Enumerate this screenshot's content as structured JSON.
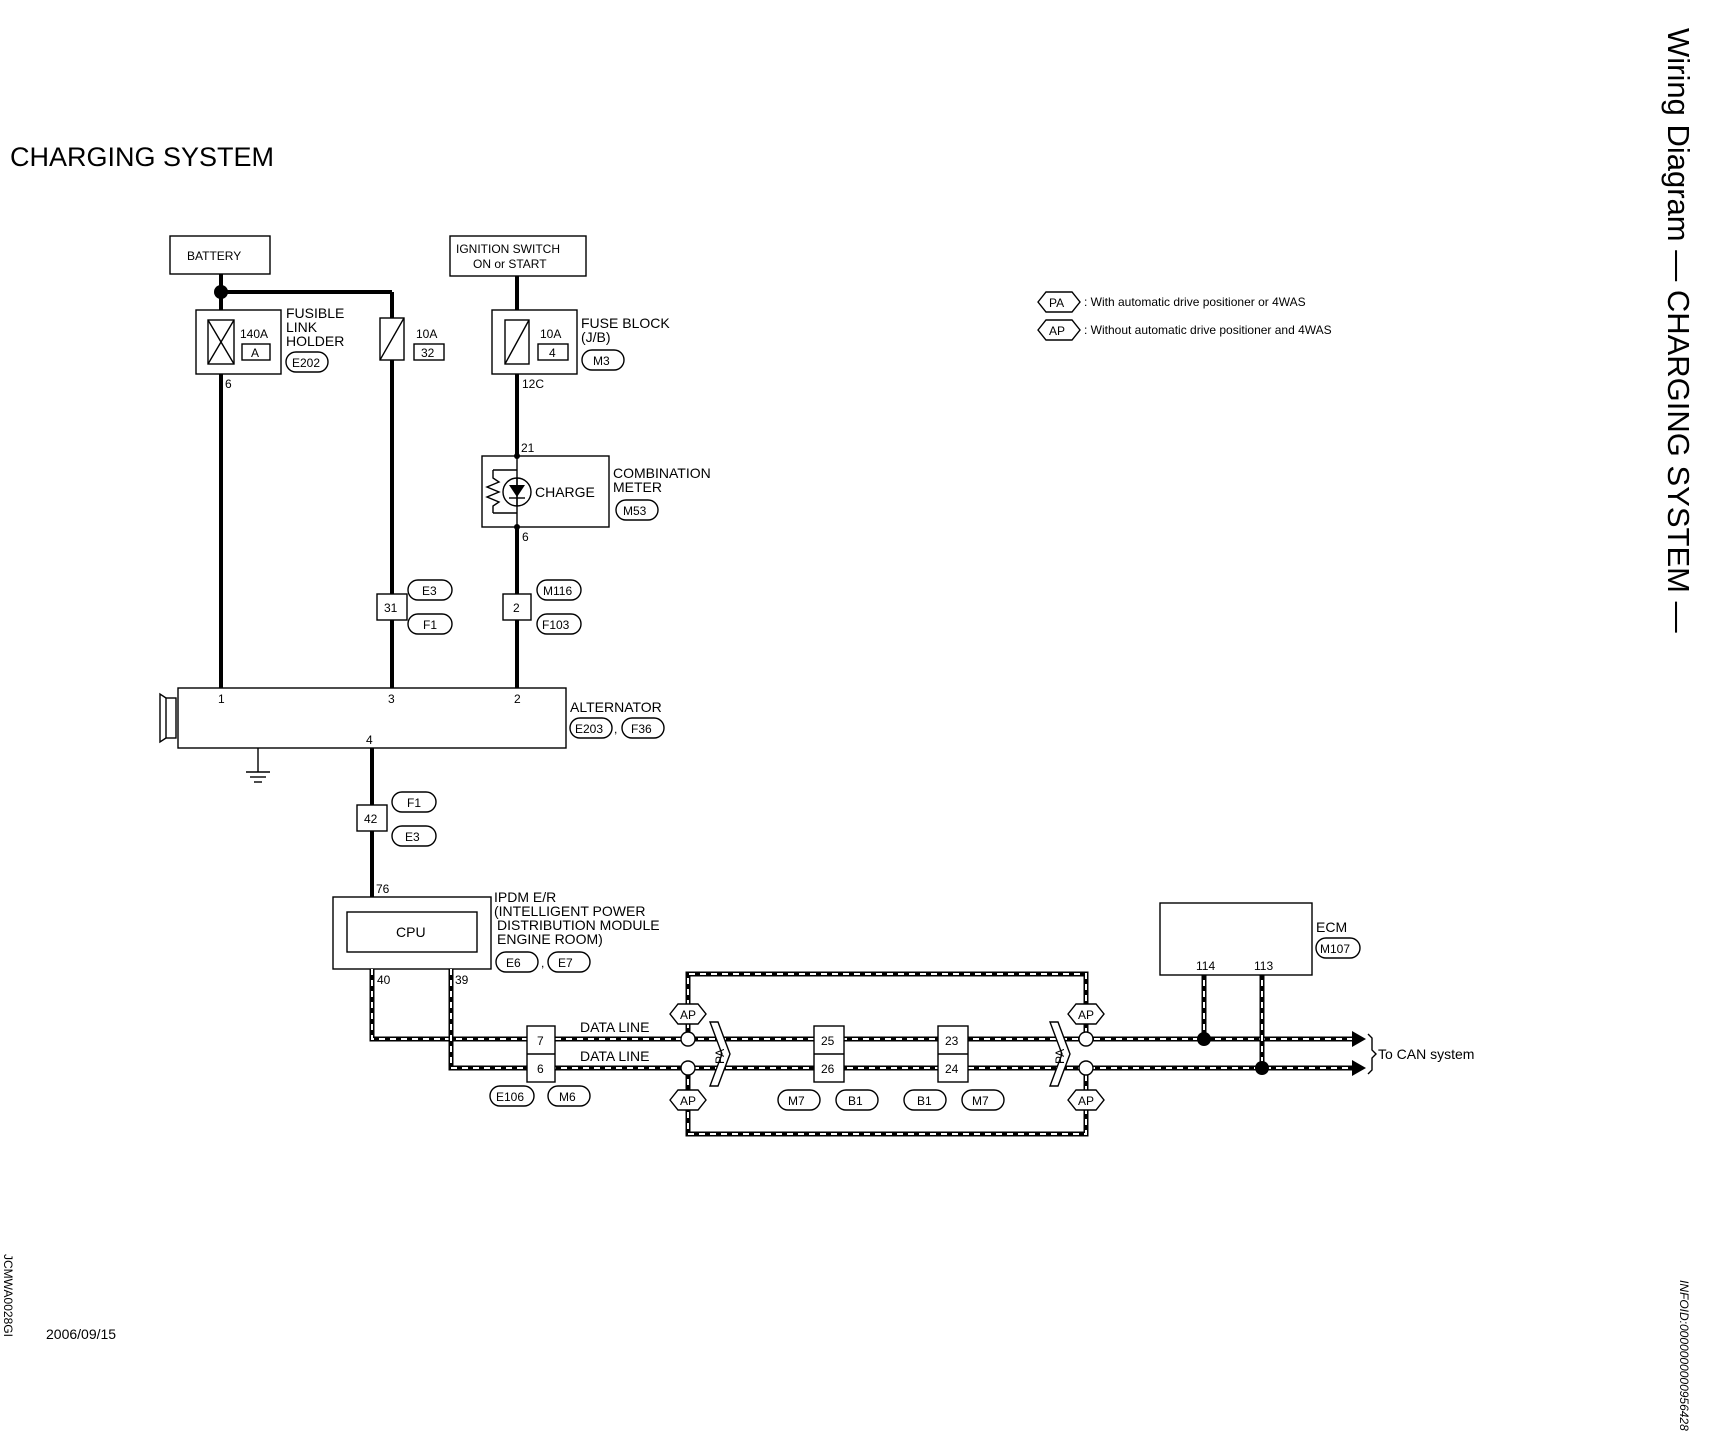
{
  "title": "CHARGING SYSTEM",
  "side_title": "Wiring Diagram — CHARGING SYSTEM —",
  "footer": {
    "date": "2006/09/15",
    "left_code": "JCMWA0028GI",
    "right_code": "INFOID:0000000000956428"
  },
  "legend": {
    "pa_tag": "PA",
    "pa_text": ": With automatic drive positioner or 4WAS",
    "ap_tag": "AP",
    "ap_text": ": Without automatic drive positioner and 4WAS"
  },
  "battery": {
    "label": "BATTERY"
  },
  "ignition": {
    "line1": "IGNITION SWITCH",
    "line2": "ON or START"
  },
  "fusible_link": {
    "amps": "140A",
    "id": "A",
    "line1": "FUSIBLE",
    "line2": "LINK",
    "line3": "HOLDER",
    "connector": "E202",
    "pin": "6"
  },
  "fuse_10a_32": {
    "amps": "10A",
    "id": "32"
  },
  "fuse_block": {
    "amps": "10A",
    "id": "4",
    "line1": "FUSE BLOCK",
    "line2": "(J/B)",
    "connector": "M3",
    "pin": "12C"
  },
  "combination_meter": {
    "pin_in": "21",
    "lamp": "CHARGE",
    "line1": "COMBINATION",
    "line2": "METER",
    "connector": "M53",
    "pin_out": "6"
  },
  "junction_e3_f1": {
    "pin": "31",
    "top": "E3",
    "bottom": "F1"
  },
  "junction_m116_f103": {
    "pin": "2",
    "top": "M116",
    "bottom": "F103"
  },
  "alternator": {
    "label": "ALTERNATOR",
    "conn1": "E203",
    "conn2": "F36",
    "pin1": "1",
    "pin2": "3",
    "pin3": "2",
    "pin4": "4"
  },
  "junction_f1_e3": {
    "pin": "42",
    "top": "F1",
    "bottom": "E3"
  },
  "ipdm": {
    "pin_in": "76",
    "cpu": "CPU",
    "line1": "IPDM E/R",
    "line2": "(INTELLIGENT POWER",
    "line3": "DISTRIBUTION MODULE",
    "line4": "ENGINE ROOM)",
    "conn1": "E6",
    "conn2": "E7",
    "pin_a": "40",
    "pin_b": "39"
  },
  "can": {
    "data_line_1": "DATA LINE",
    "data_line_2": "DATA LINE",
    "e106_pin_top": "7",
    "e106_pin_bottom": "6",
    "conn_e106": "E106",
    "conn_m6": "M6",
    "mid1_pin_top": "25",
    "mid1_pin_bottom": "26",
    "conn_m7a": "M7",
    "conn_b1a": "B1",
    "mid2_pin_top": "23",
    "mid2_pin_bottom": "24",
    "conn_b1b": "B1",
    "conn_m7b": "M7",
    "tag_ap": "AP",
    "tag_pa": "PA",
    "to_can": "To CAN system"
  },
  "ecm": {
    "label": "ECM",
    "connector": "M107",
    "pin_a": "114",
    "pin_b": "113"
  }
}
